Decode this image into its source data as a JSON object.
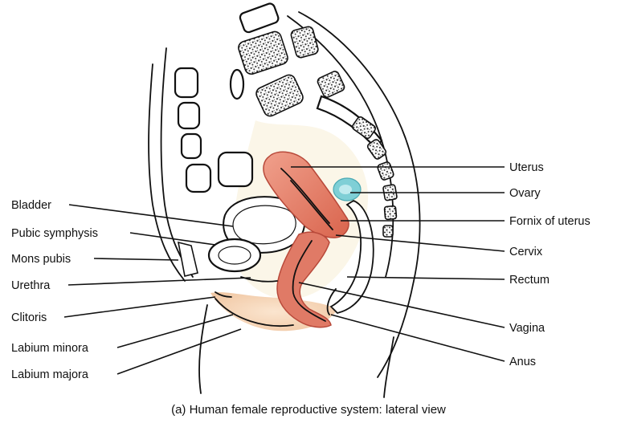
{
  "labels_left": [
    {
      "key": "bladder",
      "text": "Bladder"
    },
    {
      "key": "pubic-symphysis",
      "text": "Pubic symphysis"
    },
    {
      "key": "mons-pubis",
      "text": "Mons pubis"
    },
    {
      "key": "urethra",
      "text": "Urethra"
    },
    {
      "key": "clitoris",
      "text": "Clitoris"
    },
    {
      "key": "labium-minora",
      "text": "Labium minora"
    },
    {
      "key": "labium-majora",
      "text": "Labium majora"
    }
  ],
  "labels_right": [
    {
      "key": "uterus",
      "text": "Uterus"
    },
    {
      "key": "ovary",
      "text": "Ovary"
    },
    {
      "key": "fornix-of-uterus",
      "text": "Fornix of uterus"
    },
    {
      "key": "cervix",
      "text": "Cervix"
    },
    {
      "key": "rectum",
      "text": "Rectum"
    },
    {
      "key": "vagina",
      "text": "Vagina"
    },
    {
      "key": "anus",
      "text": "Anus"
    }
  ],
  "caption": "(a) Human female reproductive system: lateral view",
  "colors": {
    "uterus": "#e07a66",
    "uterus_dark": "#c8553f",
    "ovary": "#7fcfd6",
    "skin_tint": "#f6dcc4",
    "pelvic_cavity": "#fbf6e8"
  }
}
